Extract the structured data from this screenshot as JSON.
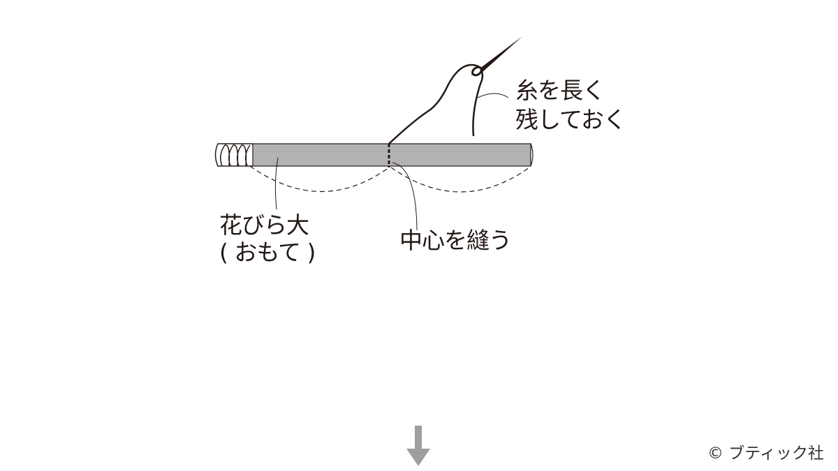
{
  "labels": {
    "thread_line1": "糸を長く",
    "thread_line2": "残しておく",
    "petal_line1": "花びら大",
    "petal_line2": "( おもて )",
    "center_sew": "中心を縫う"
  },
  "copyright": "© ブティック社",
  "colors": {
    "strip": "#b2b2b2",
    "arrow": "#9e9e9e",
    "ink": "#231815"
  }
}
